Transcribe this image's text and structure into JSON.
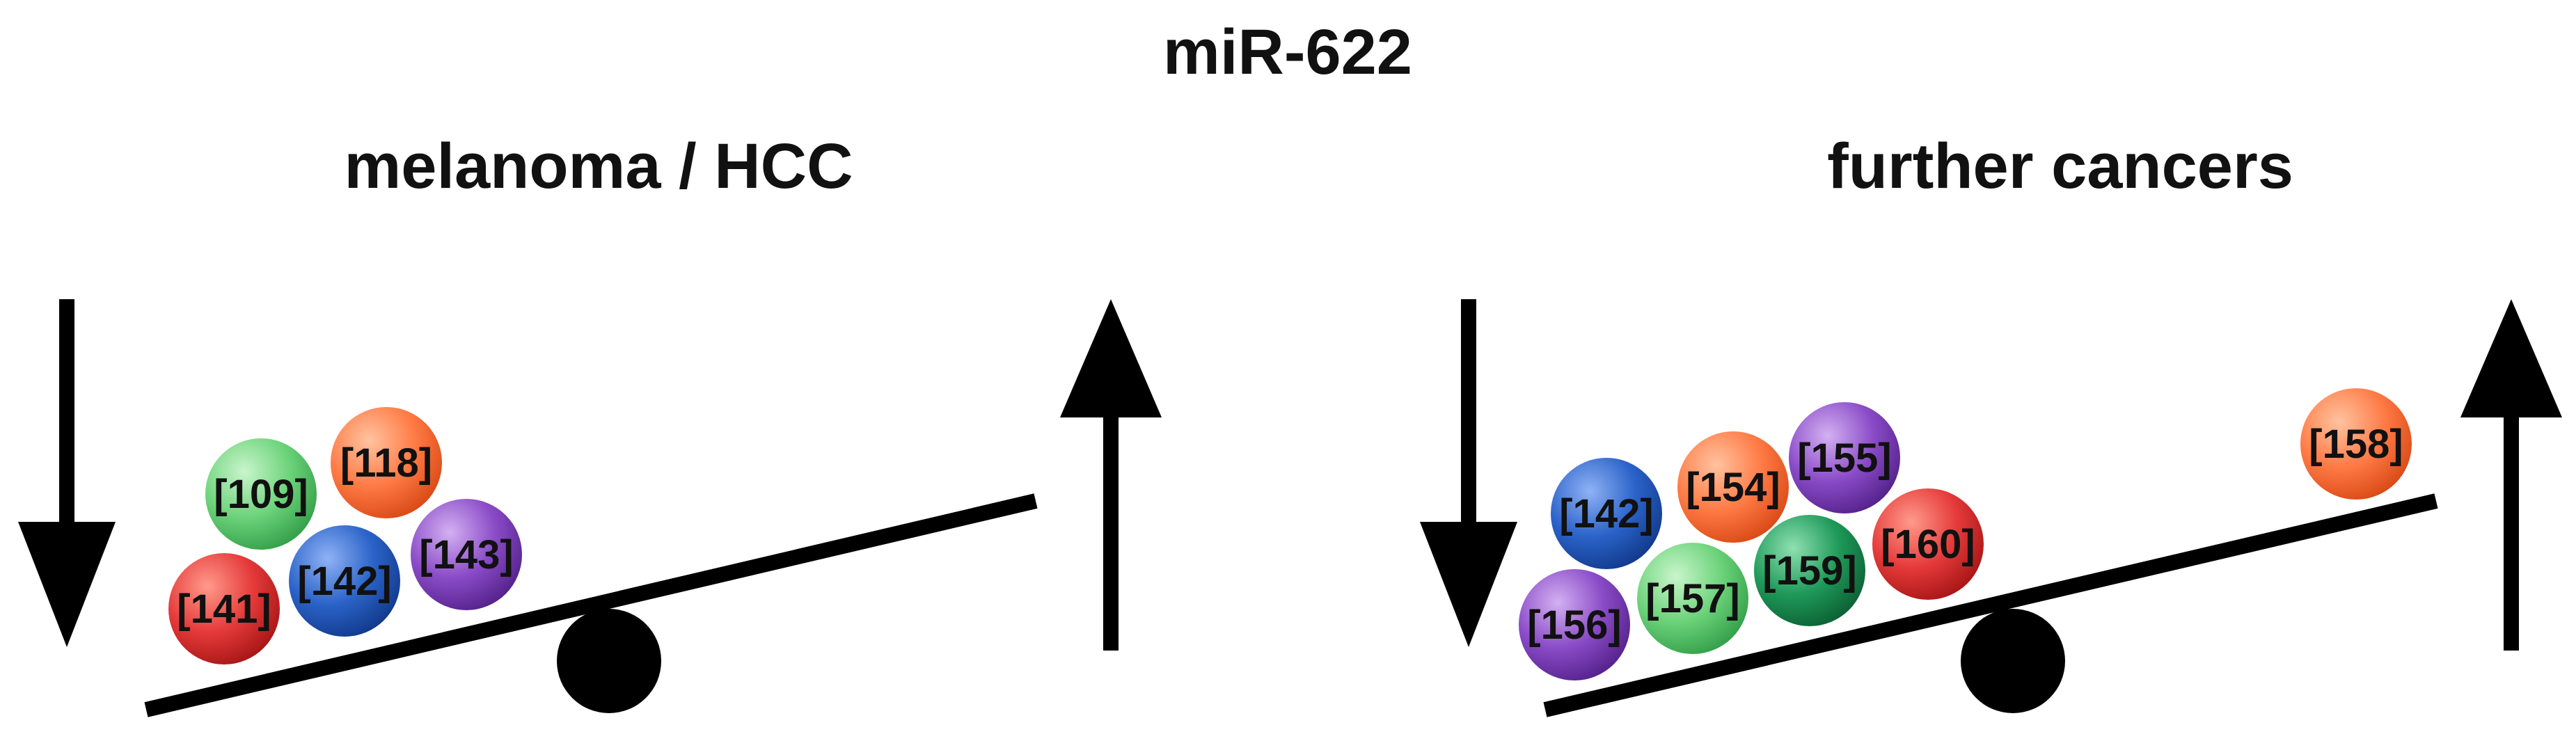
{
  "title": "miR-622",
  "colors": {
    "red": "#e53a3a",
    "green": "#6cd37a",
    "orange": "#ff7a45",
    "blue": "#2b63c9",
    "purple": "#8a4bc7",
    "dark_green": "#1f9a5a",
    "line": "#000000"
  },
  "panels": [
    {
      "heading": "melanoma / HCC",
      "down_arrow": "arrow-down-icon",
      "up_arrow": "arrow-up-icon",
      "balls": [
        {
          "label": "[141]",
          "color": "red"
        },
        {
          "label": "[109]",
          "color": "green"
        },
        {
          "label": "[118]",
          "color": "orange"
        },
        {
          "label": "[142]",
          "color": "blue"
        },
        {
          "label": "[143]",
          "color": "purple"
        }
      ]
    },
    {
      "heading": "further cancers",
      "down_arrow": "arrow-down-icon",
      "up_arrow": "arrow-up-icon",
      "balls": [
        {
          "label": "[156]",
          "color": "purple"
        },
        {
          "label": "[142]",
          "color": "blue"
        },
        {
          "label": "[154]",
          "color": "orange"
        },
        {
          "label": "[157]",
          "color": "green"
        },
        {
          "label": "[155]",
          "color": "purple"
        },
        {
          "label": "[159]",
          "color": "dark_green"
        },
        {
          "label": "[160]",
          "color": "red"
        },
        {
          "label": "[158]",
          "color": "orange"
        }
      ]
    }
  ]
}
